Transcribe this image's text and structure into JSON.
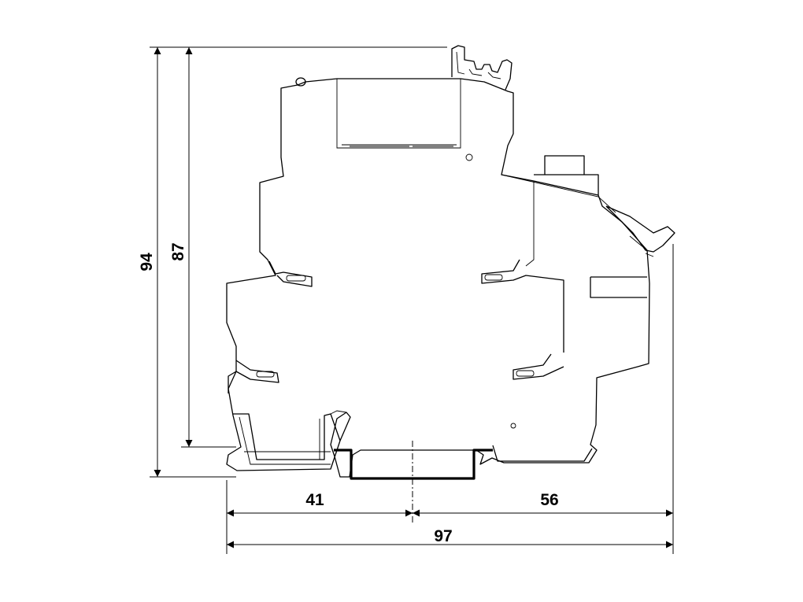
{
  "drawing": {
    "dimensions": {
      "total_height": "94",
      "body_height": "87",
      "left_width": "41",
      "right_width": "56",
      "total_width": "97"
    }
  }
}
